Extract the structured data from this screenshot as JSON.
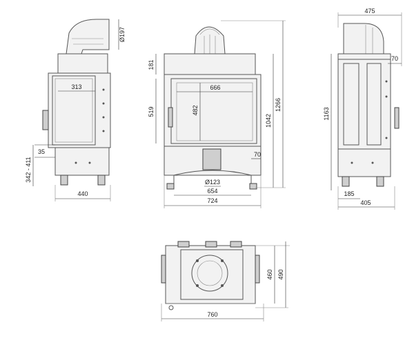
{
  "dimensions": {
    "d197": "Ø197",
    "d181": "181",
    "d313": "313",
    "d666": "666",
    "d519": "519",
    "d482": "482",
    "d1266": "1266",
    "d1042": "1042",
    "d35": "35",
    "d342_411": "342 - 411",
    "d440": "440",
    "d70a": "70",
    "d123": "Ø123",
    "d654": "654",
    "d724": "724",
    "d475": "475",
    "d70b": "70",
    "d1163": "1163",
    "d185": "185",
    "d405": "405",
    "d460": "460",
    "d490": "490",
    "d760": "760"
  },
  "colors": {
    "line": "#555555",
    "text": "#222222",
    "background": "#ffffff"
  }
}
